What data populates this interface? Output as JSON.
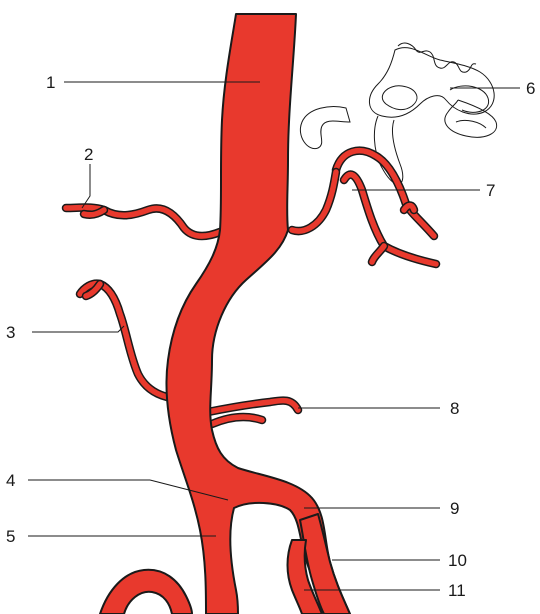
{
  "labels": {
    "l1": "1",
    "l2": "2",
    "l3": "3",
    "l4": "4",
    "l5": "5",
    "l6": "6",
    "l7": "7",
    "l8": "8",
    "l9": "9",
    "l10": "10",
    "l11": "11"
  },
  "colors": {
    "vessel": "#e8392d",
    "outline": "#1a1a1a",
    "background": "#ffffff"
  }
}
